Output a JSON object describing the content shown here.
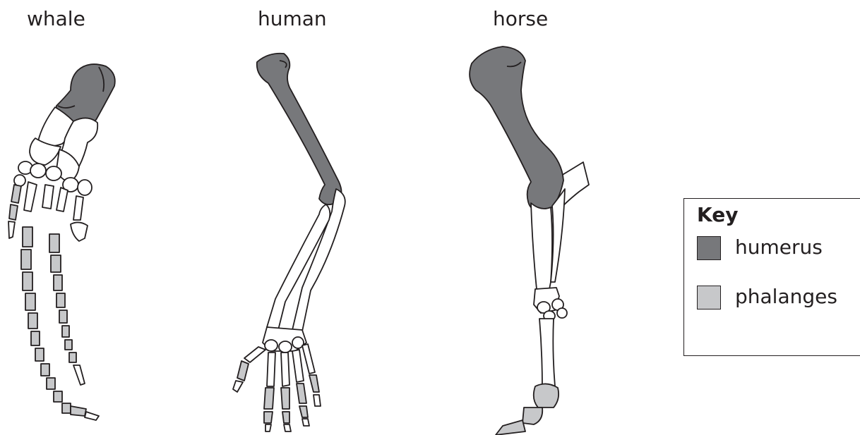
{
  "labels": {
    "whale": "whale",
    "human": "human",
    "horse": "horse"
  },
  "key": {
    "title": "Key",
    "items": [
      {
        "label": "humerus",
        "color": "#77787b"
      },
      {
        "label": "phalanges",
        "color": "#c7c8ca"
      }
    ]
  },
  "colors": {
    "outline": "#231f20",
    "bone": "#ffffff"
  }
}
